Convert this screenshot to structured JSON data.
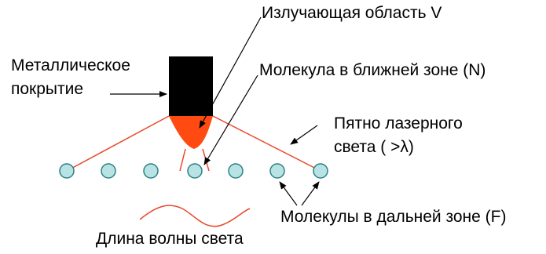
{
  "labels": {
    "emitting_region": "Излучающая область V",
    "metal_coating_line1": "Металлическое",
    "metal_coating_line2": "покрытие",
    "near_field_molecule": "Молекула в ближней зоне (N)",
    "laser_spot_line1": "Пятно лазерного",
    "laser_spot_line2": "света ( >λ)",
    "far_field_molecules": "Молекулы в дальней зоне (F)",
    "wavelength": "Длина волны света"
  },
  "colors": {
    "tip": "#000000",
    "emission": "#ff4a12",
    "beam_line": "#e8482a",
    "molecule_fill": "#b7e3e4",
    "molecule_stroke": "#2e7f86",
    "arrow": "#000000"
  }
}
